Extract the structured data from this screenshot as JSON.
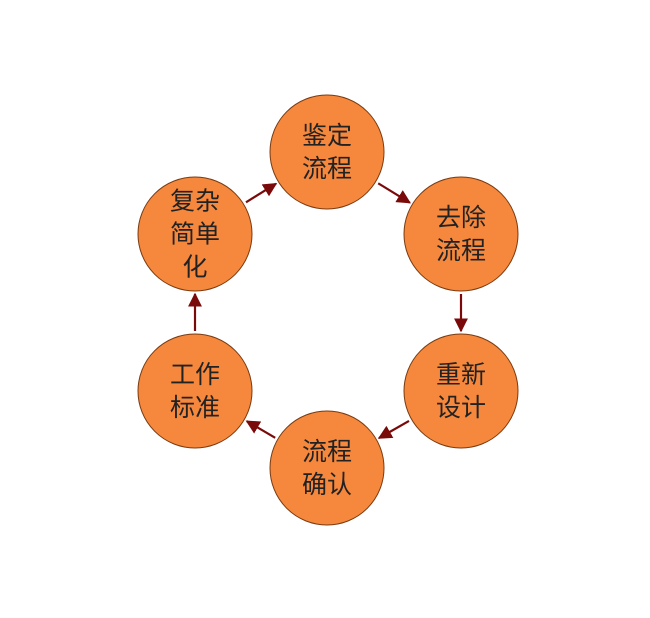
{
  "diagram": {
    "nodes": [
      {
        "id": "identify",
        "lines": [
          "鉴定",
          "流程"
        ]
      },
      {
        "id": "remove",
        "lines": [
          "去除",
          "流程"
        ]
      },
      {
        "id": "redesign",
        "lines": [
          "重新",
          "设计"
        ]
      },
      {
        "id": "confirm",
        "lines": [
          "流程",
          "确认"
        ]
      },
      {
        "id": "standardize",
        "lines": [
          "工作",
          "标准"
        ]
      },
      {
        "id": "simplify",
        "lines": [
          "复杂",
          "简单",
          "化"
        ]
      }
    ],
    "edges": [
      {
        "from": "identify",
        "to": "remove"
      },
      {
        "from": "remove",
        "to": "redesign"
      },
      {
        "from": "redesign",
        "to": "confirm"
      },
      {
        "from": "confirm",
        "to": "standardize"
      },
      {
        "from": "standardize",
        "to": "simplify"
      },
      {
        "from": "simplify",
        "to": "identify"
      }
    ],
    "colors": {
      "node_fill": "#f5883d",
      "node_stroke": "#7a3a10",
      "arrow": "#7a0a0a",
      "text": "#222222"
    }
  }
}
